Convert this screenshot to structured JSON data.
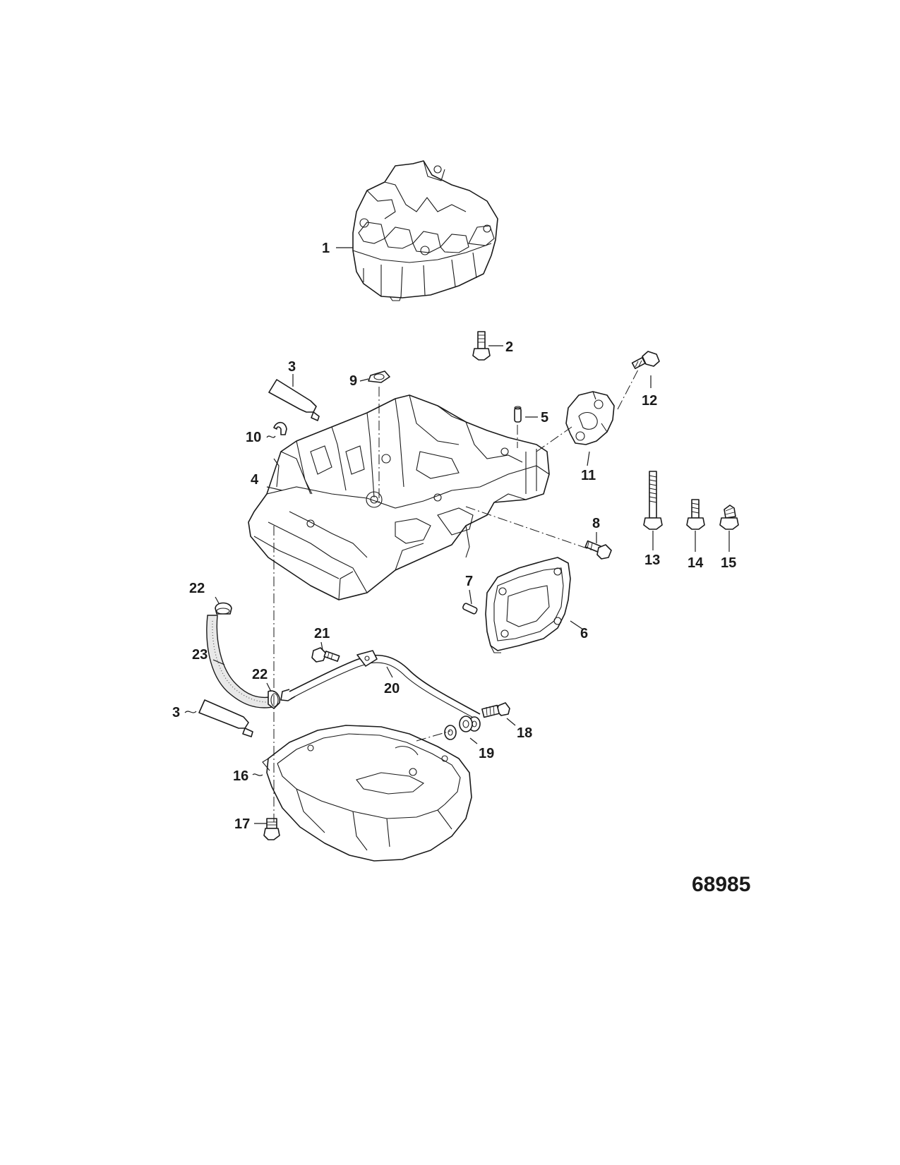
{
  "figure_number": "68985",
  "callouts": [
    {
      "id": "c1",
      "label": "1"
    },
    {
      "id": "c2",
      "label": "2"
    },
    {
      "id": "c3a",
      "label": "3"
    },
    {
      "id": "c3b",
      "label": "3"
    },
    {
      "id": "c4",
      "label": "4"
    },
    {
      "id": "c5",
      "label": "5"
    },
    {
      "id": "c6",
      "label": "6"
    },
    {
      "id": "c7",
      "label": "7"
    },
    {
      "id": "c8",
      "label": "8"
    },
    {
      "id": "c9",
      "label": "9"
    },
    {
      "id": "c10",
      "label": "10"
    },
    {
      "id": "c11",
      "label": "11"
    },
    {
      "id": "c12",
      "label": "12"
    },
    {
      "id": "c13",
      "label": "13"
    },
    {
      "id": "c14",
      "label": "14"
    },
    {
      "id": "c15",
      "label": "15"
    },
    {
      "id": "c16",
      "label": "16"
    },
    {
      "id": "c17",
      "label": "17"
    },
    {
      "id": "c18",
      "label": "18"
    },
    {
      "id": "c19",
      "label": "19"
    },
    {
      "id": "c20",
      "label": "20"
    },
    {
      "id": "c21",
      "label": "21"
    },
    {
      "id": "c22a",
      "label": "22"
    },
    {
      "id": "c22b",
      "label": "22"
    },
    {
      "id": "c23",
      "label": "23"
    }
  ]
}
